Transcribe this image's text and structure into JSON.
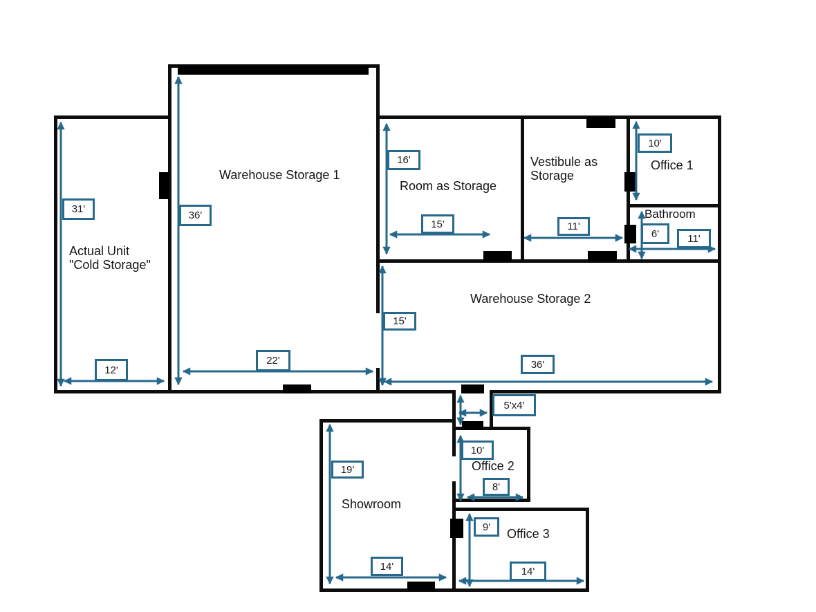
{
  "colors": {
    "accent": "#26698c",
    "wall": "#0d0d0d"
  },
  "rooms": {
    "cold": {
      "name_line1": "Actual Unit",
      "name_line2": "\"Cold Storage\"",
      "height": "31'",
      "width": "12'"
    },
    "ws1": {
      "name": "Warehouse Storage 1",
      "height": "36'",
      "width": "22'"
    },
    "room_storage": {
      "name": "Room as Storage",
      "height": "16'",
      "width": "15'"
    },
    "vestibule": {
      "name_line1": "Vestibule as",
      "name_line2": "Storage",
      "width": "11'"
    },
    "office1": {
      "name": "Office 1",
      "height": "10'"
    },
    "bathroom": {
      "name": "Bathroom",
      "height": "6'",
      "width": "11'"
    },
    "ws2": {
      "name": "Warehouse Storage 2",
      "height": "15'",
      "width": "36'"
    },
    "corridor": {
      "size": "5'x4'"
    },
    "office2": {
      "name": "Office 2",
      "height": "10'",
      "width": "8'"
    },
    "showroom": {
      "name": "Showroom",
      "height": "19'",
      "width": "14'"
    },
    "office3": {
      "name": "Office 3",
      "height": "9'",
      "width": "14'"
    }
  }
}
